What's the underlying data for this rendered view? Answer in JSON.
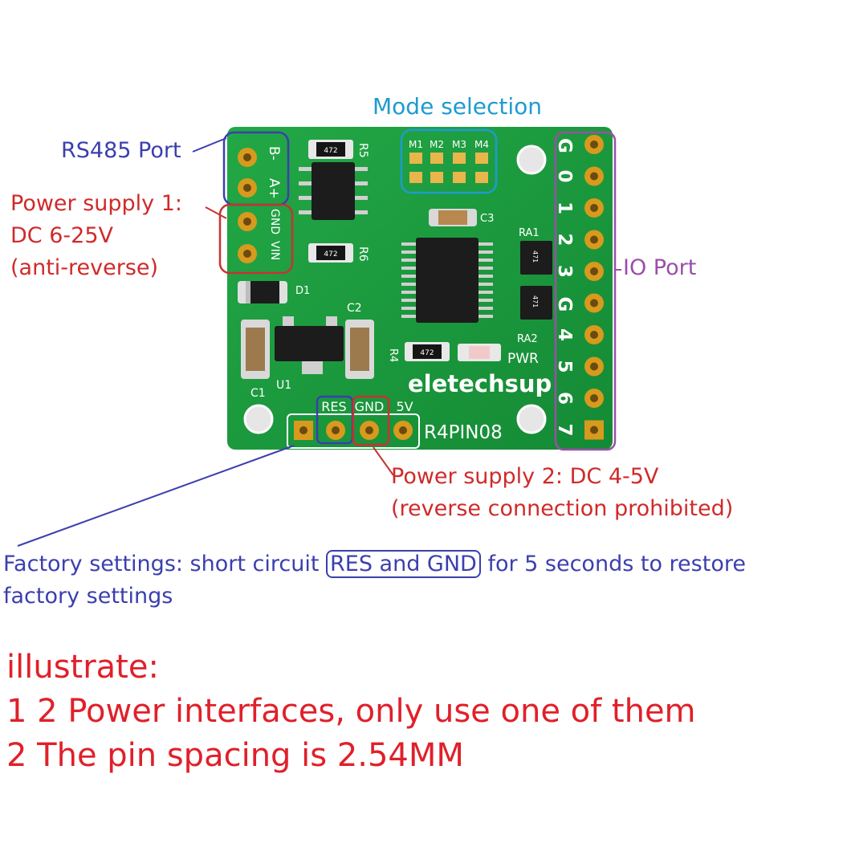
{
  "labels": {
    "rs485_port": "RS485 Port",
    "mode_selection": "Mode selection",
    "io_port": "IO Port",
    "power_supply_1": [
      "Power supply 1:",
      "DC 6-25V",
      "(anti-reverse)"
    ],
    "power_supply_2": [
      "Power supply 2: DC 4-5V",
      "(reverse connection prohibited)"
    ],
    "factory_before": "Factory settings: short circuit ",
    "factory_boxed": "RES and GND",
    "factory_after": " for 5 seconds to restore",
    "factory_line2": "factory settings"
  },
  "notes": [
    "illustrate:",
    "1 2 Power interfaces, only use one of them",
    "2 The pin spacing is 2.54MM"
  ],
  "board": {
    "brand": "eletechsup",
    "model": "R4PIN08",
    "power_led": "PWR",
    "rs485_pins": [
      "B-",
      "A+"
    ],
    "power1_pins": [
      "GND",
      "VIN"
    ],
    "mode_jumpers": [
      "M1",
      "M2",
      "M3",
      "M4"
    ],
    "io_pins": [
      "G",
      "0",
      "1",
      "2",
      "3",
      "G",
      "4",
      "5",
      "6",
      "7"
    ],
    "header_pins": [
      "RES",
      "GND",
      "5V"
    ],
    "components": {
      "r5": "R5",
      "r6": "R6",
      "r4": "R4",
      "c3": "C3",
      "c2": "C2",
      "c1": "C1",
      "d1": "D1",
      "u1": "U1",
      "ra1": "RA1",
      "ra2": "RA2"
    },
    "resistor_code": "472",
    "array_code": "471"
  },
  "colors": {
    "pcb": "#1a9b3c",
    "pcb_dark": "#14812f",
    "blue_box": "#3b3fae",
    "red_box": "#c83232",
    "cyan_box": "#1e9bd0",
    "purple_box": "#9a4fa8",
    "pad_gold": "#d79a1d"
  }
}
